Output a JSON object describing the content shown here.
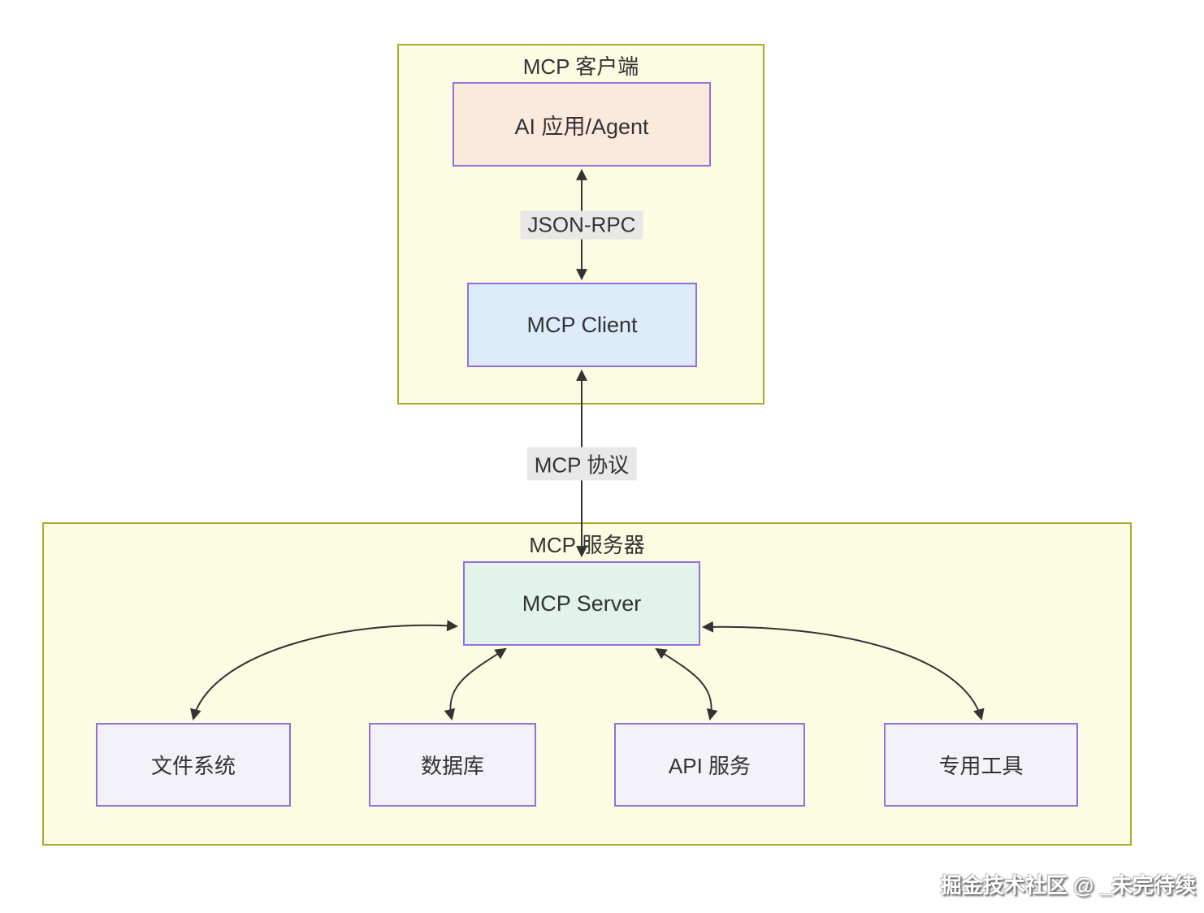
{
  "diagram": {
    "groups": {
      "client": {
        "title": "MCP 客户端"
      },
      "server": {
        "title": "MCP 服务器"
      }
    },
    "nodes": {
      "ai_app": {
        "label": "AI 应用/Agent"
      },
      "mcp_client": {
        "label": "MCP Client"
      },
      "mcp_server": {
        "label": "MCP Server"
      },
      "file_system": {
        "label": "文件系统"
      },
      "database": {
        "label": "数据库"
      },
      "api_service": {
        "label": "API 服务"
      },
      "special_tools": {
        "label": "专用工具"
      }
    },
    "edge_labels": {
      "json_rpc": "JSON-RPC",
      "mcp_protocol": "MCP 协议"
    },
    "edges": [
      {
        "from": "ai_app",
        "to": "mcp_client",
        "bidirectional": true,
        "label": "JSON-RPC"
      },
      {
        "from": "mcp_client",
        "to": "mcp_server",
        "bidirectional": true,
        "label": "MCP 协议"
      },
      {
        "from": "mcp_server",
        "to": "file_system",
        "bidirectional": true
      },
      {
        "from": "mcp_server",
        "to": "database",
        "bidirectional": true
      },
      {
        "from": "mcp_server",
        "to": "api_service",
        "bidirectional": true
      },
      {
        "from": "mcp_server",
        "to": "special_tools",
        "bidirectional": true
      }
    ],
    "colors": {
      "group_fill": "#fcfce2",
      "group_border": "#aaaa33",
      "node_border": "#9370db",
      "ai_app_fill": "#fbe9dc",
      "mcp_client_fill": "#dcecfb",
      "mcp_server_fill": "#e2f3e9",
      "leaf_fill": "#f2f2f8",
      "edge_label_bg": "#e8e8e8",
      "arrow": "#333333",
      "text": "#333333",
      "watermark_text": "#ffffff"
    },
    "watermark": "掘金技术社区 @ _未完待续"
  }
}
